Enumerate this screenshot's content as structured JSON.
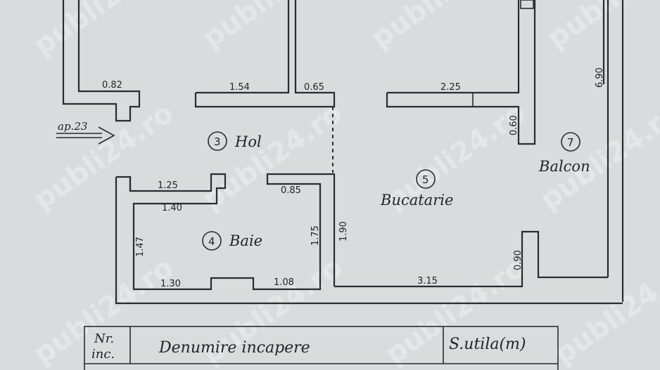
{
  "plan": {
    "rooms": [
      {
        "number": "3",
        "name": "Hol"
      },
      {
        "number": "4",
        "name": "Baie"
      },
      {
        "number": "5",
        "name": "Bucatarie"
      },
      {
        "number": "7",
        "name": "Balcon"
      }
    ],
    "entrance_label": "ap.23",
    "dimensions": {
      "top_left_wall": "0.82",
      "hall_top_wall": "1.54",
      "hall_door_gap": "0.65",
      "kitchen_top_wall": "2.25",
      "kitchen_right_upper": "0.60",
      "balcony_height": "6.90",
      "bath_top_outer": "1.25",
      "bath_top_inner": "1.40",
      "bath_top_right": "0.85",
      "bath_left": "1.47",
      "bath_right": "1.75",
      "bath_bottom_left": "1.30",
      "bath_bottom_right": "1.08",
      "kitchen_left": "1.90",
      "kitchen_bottom": "3.15",
      "kitchen_right_lower": "0.90"
    }
  },
  "table": {
    "col_nr_line1": "Nr.",
    "col_nr_line2": "inc.",
    "col_name": "Denumire incapere",
    "col_area": "S.utila(m)"
  },
  "watermark": "publi24.ro"
}
